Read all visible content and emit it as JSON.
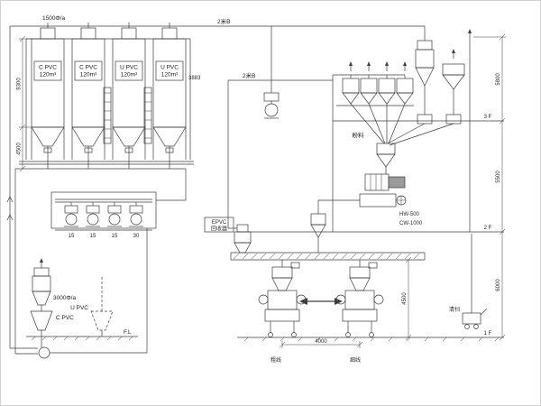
{
  "diagram": {
    "silos": [
      {
        "name": "C PVC",
        "capacity": "120m³"
      },
      {
        "name": "C PVC",
        "capacity": "120m³"
      },
      {
        "name": "U PVC",
        "capacity": "120m³"
      },
      {
        "name": "U PVC",
        "capacity": "120m³"
      }
    ],
    "silo_dia": "3883",
    "flows": {
      "top": "1500Φ/a",
      "lower": "3000Φ/a"
    },
    "pipes": {
      "top": "2米B",
      "mid": "2米B"
    },
    "pumps": [
      "15",
      "15",
      "15",
      "30"
    ],
    "dims": {
      "left_height": "9300",
      "left_clearance": "4500",
      "right_top": "5800",
      "right_mid": "5500",
      "right_low": "6000",
      "station_h": "4500",
      "station_span": "4000"
    },
    "floors": {
      "f3": "3 F",
      "f2": "2 F",
      "f1": "1 F"
    },
    "small_plant": {
      "c_pvc": "C PVC",
      "u_pvc": "U PVC",
      "floor": "F.L"
    },
    "tower": {
      "weigh": "粉料",
      "hot_mixer": "HW-500",
      "cool_mixer": "CW-1000"
    },
    "recycler": {
      "line1": "EPVC",
      "line2": "回收器"
    },
    "cleaner": "清扫",
    "lines": {
      "left": "粗线",
      "right": "细线"
    }
  }
}
